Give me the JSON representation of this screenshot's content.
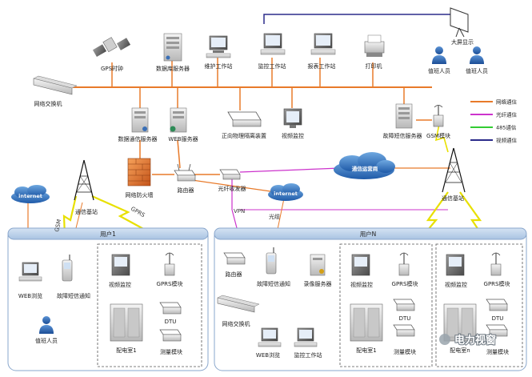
{
  "top_devices": {
    "gps": "GPS时钟",
    "db_server": "数据库服务器",
    "maint_ws": "维护工作站",
    "monitor_ws": "监控工作站",
    "report_ws": "报表工作站",
    "printer": "打印机",
    "big_screen": "大屏显示",
    "duty_a": "值班人员",
    "duty_b": "值班人员",
    "net_switch": "网络交换机"
  },
  "mid_devices": {
    "data_comm_server": "数据通信服务器",
    "web_server": "WEB服务器",
    "isolation": "正向物理隔离装置",
    "video_monitor": "视频监控",
    "fault_sms_server": "故障短信服务器",
    "gsm_module": "GSM模块",
    "firewall": "网络防火墙",
    "router": "路由器",
    "optical_transceiver": "光纤收发器",
    "telecom_cloud": "通信运营商",
    "internet_a": "internet",
    "internet_b": "internet",
    "comm_station_a": "通信基站",
    "comm_station_b": "通信基站"
  },
  "links": {
    "gsm": "GSM",
    "gprs": "GPRS",
    "vpn": "VPN",
    "fiber": "光缆"
  },
  "legend": [
    {
      "label": "网络通信",
      "color": "#e87a2a"
    },
    {
      "label": "光纤通信",
      "color": "#cc33cc"
    },
    {
      "label": "485通信",
      "color": "#33cc33"
    },
    {
      "label": "视频通信",
      "color": "#2b2b8a"
    }
  ],
  "user1": {
    "title": "用户1",
    "web_browse": "WEB浏览",
    "fault_sms": "故障短信通知",
    "duty": "值班人员",
    "video_monitor": "视频监控",
    "gprs_module": "GPRS模块",
    "dtu": "DTU",
    "substation": "配电室1",
    "measure": "测量模块"
  },
  "userN": {
    "title": "用户N",
    "router": "路由器",
    "fault_sms": "故障短信通知",
    "recorder": "录像服务器",
    "net_switch": "网络交换机",
    "web_browse": "WEB浏览",
    "monitor_ws": "监控工作站",
    "sub1": {
      "video_monitor": "视频监控",
      "gprs_module": "GPRS模块",
      "dtu": "DTU",
      "substation": "配电室1",
      "measure": "测量模块"
    },
    "sub2": {
      "video_monitor": "视频监控",
      "gprs_module": "GPRS模块",
      "dtu": "DTU",
      "substation": "配电室n",
      "measure": "测量模块"
    }
  },
  "watermark": "电力视窗"
}
